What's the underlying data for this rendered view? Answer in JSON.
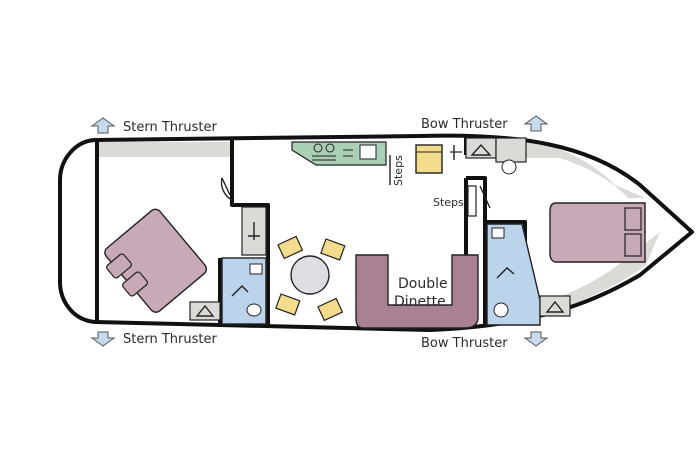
{
  "labels": {
    "stern_thruster_top": "Stern Thruster",
    "stern_thruster_bottom": "Stern Thruster",
    "bow_thruster_top": "Bow Thruster",
    "bow_thruster_bottom": "Bow Thruster",
    "steps_galley": "Steps",
    "steps_forward": "Steps",
    "dinette_line1": "Double",
    "dinette_line2": "Dinette"
  },
  "colors": {
    "hull_outline": "#111111",
    "walkway": "#dcdad6",
    "bed": "#c8a9b8",
    "dinette": "#a98193",
    "bathroom": "#bcd3ec",
    "galley": "#a9cfb5",
    "chair": "#f3dc8c",
    "table": "#dedde3",
    "thruster_arrow": "#c7dcef"
  },
  "icons": {
    "arrow": "up/down-arrow-icon",
    "hanger": "hanger-icon",
    "shower": "shower-icon",
    "toilet": "toilet-icon",
    "sink": "sink-icon",
    "hob": "hob-icon"
  }
}
